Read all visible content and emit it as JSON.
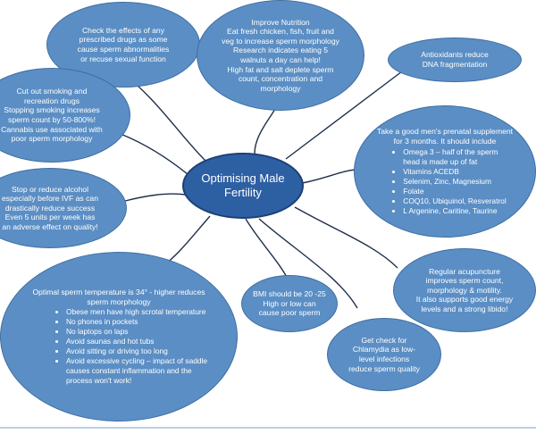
{
  "diagram": {
    "center": {
      "lines": [
        "Optimising Male",
        "Fertility"
      ]
    },
    "nodes": [
      {
        "id": "drugs",
        "lines": [
          "Check the effects of any",
          "prescribed drugs as some",
          "cause sperm abnormalities",
          "or recuse sexual function"
        ]
      },
      {
        "id": "nutrition",
        "lines": [
          "Improve Nutrition",
          "Eat fresh chicken, fish, fruit and",
          "veg to increase sperm morphology",
          "Research indicates eating 5",
          "walnuts a day can help!",
          "High fat and salt deplete sperm",
          "count, concentration and",
          "morphology"
        ]
      },
      {
        "id": "antioxidants",
        "lines": [
          "Antioxidants reduce",
          "DNA fragmentation"
        ]
      },
      {
        "id": "smoking",
        "lines": [
          "Cut out smoking and",
          "recreation drugs",
          "Stopping smoking increases",
          "sperm count by 50-800%!",
          "Cannabis use associated with",
          "poor sperm morphology"
        ]
      },
      {
        "id": "prenatal",
        "lines": [
          "Take a good men's prenatal supplement",
          "for 3 months.  It should include"
        ],
        "bullets": [
          "Omega 3 – half of the sperm",
          "head is made up of fat",
          "Vitamins ACEDB",
          "Selenim, Zinc, Magnesium",
          "Folate",
          "COQ10, Ubiquinol, Resveratrol",
          "L Argenine, Caritine, Taurine"
        ]
      },
      {
        "id": "alcohol",
        "lines": [
          "Stop or reduce alcohol",
          "especially before IVF as can",
          "drastically reduce success",
          "Even 5 units per week has",
          "an adverse effect on quality!"
        ]
      },
      {
        "id": "temperature",
        "lines": [
          "Optimal sperm temperature is 34° - higher reduces",
          "sperm morphology"
        ],
        "bullets": [
          "Obese men have high scrotal temperature",
          "No phones in pockets",
          "No laptops on laps",
          "Avoid saunas and hot tubs",
          "Avoid sitting or driving too long",
          "Avoid excessive cycling – impact of saddle",
          "causes constant inflammation and the",
          "process won't work!"
        ]
      },
      {
        "id": "bmi",
        "lines": [
          "BMI should be 20 -25",
          "High or low can",
          "cause poor sperm"
        ]
      },
      {
        "id": "chlamydia",
        "lines": [
          "Get check for",
          "Chlamydia as low-",
          "level infections",
          "reduce sperm quality"
        ]
      },
      {
        "id": "acupuncture",
        "lines": [
          "Regular acupuncture",
          "improves sperm count,",
          "morphology & motility.",
          "It also supports good energy",
          "levels and a strong libido!"
        ]
      }
    ],
    "colors": {
      "node_fill": "#5b8ec4",
      "node_border": "#3e6fa3",
      "center_fill": "#2d5fa3",
      "connector": "#1f2f4a"
    }
  }
}
